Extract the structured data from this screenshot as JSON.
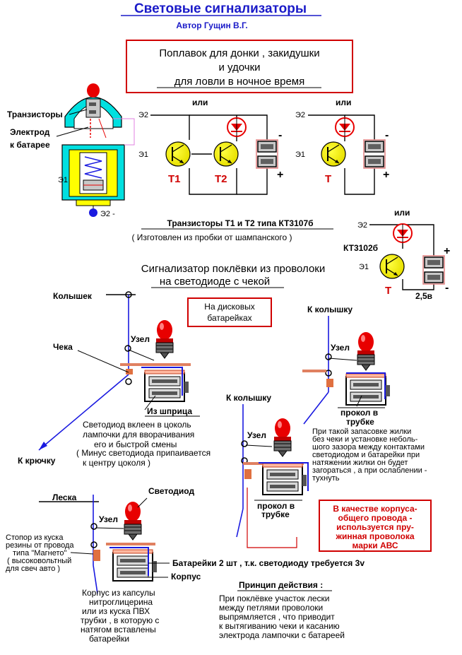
{
  "title": "Световые сигнализаторы",
  "author": "Автор Гущин В.Г.",
  "float_box": {
    "line1": "Поплавок для донки , закидушки",
    "line2": "и удочки",
    "line3": "для ловли в ночное время"
  },
  "labels": {
    "transistors": "Транзисторы",
    "electrode": "Электрод",
    "to_battery": "к батарее",
    "e1": "Э1",
    "e2": "Э2",
    "ili": "или",
    "t1": "Т1",
    "t2": "Т2",
    "t": "Т",
    "minus": "-",
    "plus": "+",
    "kt3102": "КТ3102б",
    "volt": "2,5в",
    "e2_minus": "Э2 -"
  },
  "transistor_note": {
    "line1": "Транзисторы Т1 и Т2 типа КТ3107б",
    "line2": "( Изготовлен из пробки от шампанского )"
  },
  "wire_title": {
    "line1": "Сигнализатор поклёвки из проволоки",
    "line2": "на светодиоде с чекой"
  },
  "disk_box": {
    "line1": "На дисковых",
    "line2": "батарейках"
  },
  "peg": "Колышек",
  "knot": "Узел",
  "check": "Чека",
  "syringe": "Из шприца",
  "led_glued": {
    "line1": "Светодиод вклеен в цоколь",
    "line2": "лампочки для вворачивания",
    "line3": "его и быстрой смены"
  },
  "minus_note": {
    "line1": "( Минус светодиода припаивается",
    "line2": "к центру цоколя )"
  },
  "to_hook": "К крючку",
  "to_peg": "К колышку",
  "to_peg2": "К колышку",
  "puncture1": {
    "line1": "прокол в",
    "line2": "трубке"
  },
  "puncture2": {
    "line1": "прокол в",
    "line2": "трубке"
  },
  "note_right": {
    "line1": "При такой запасовке жилки",
    "line2": "без чеки и установке неболь-",
    "line3": "шого зазора между контактами",
    "line4": "светодиодом и батарейки при",
    "line5": "натяжении жилки он будет",
    "line6": "загораться , а при ослаблении -",
    "line7": "тухнуть"
  },
  "line_label": "Леска",
  "led_label": "Светодиод",
  "stopper": {
    "line1": "Стопор из куска",
    "line2": "резины от провода",
    "line3": "типа \"Магнето\"",
    "line4": "( высоковольтный",
    "line5": "для свеч авто )"
  },
  "batteries_note": "Батарейки 2 шт , т.к. светодиоду требуется 3v",
  "body_label": "Корпус",
  "red_box": {
    "line1": "В качестве корпуса-",
    "line2": "общего провода -",
    "line3": "используется пру-",
    "line4": "жинная проволока",
    "line5": "марки АВС"
  },
  "principle_title": "Принцип действия :",
  "principle": {
    "line1": "При поклёвке участок лески",
    "line2": "между петлями проволоки",
    "line3": "выпрямляется , что приводит",
    "line4": "к вытягиванию чеки и касанию",
    "line5": "электрода лампочки с батареей"
  },
  "housing": {
    "line1": "Корпус из капсулы",
    "line2": "нитроглицерина",
    "line3": "или из куска ПВХ",
    "line4": "трубки , в которую с",
    "line5": "натягом вставлены",
    "line6": "батарейки"
  },
  "colors": {
    "title_blue": "#1a1ac8",
    "red_frame": "#d00000",
    "transistor_yellow": "#ffff00",
    "led_red": "#e80000",
    "wire_blue": "#1a1ae0",
    "cyan_body": "#00e0e0"
  }
}
